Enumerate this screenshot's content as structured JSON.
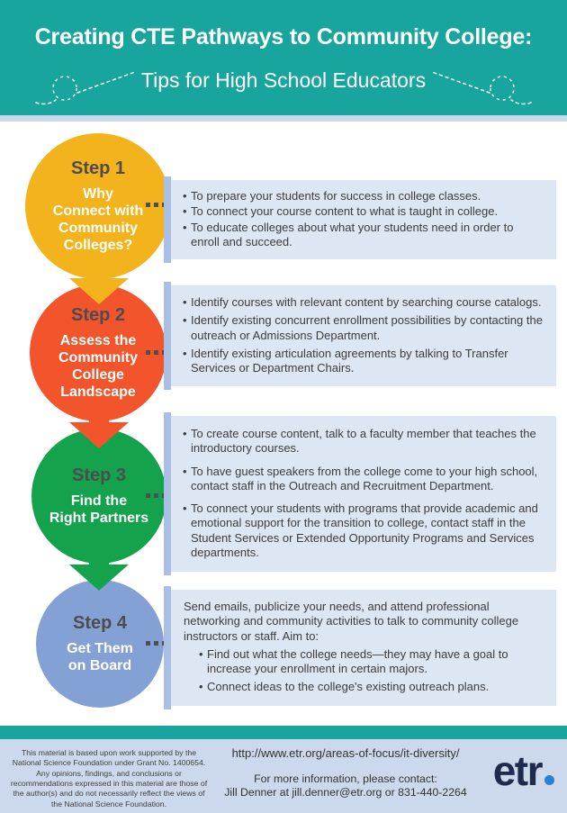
{
  "header": {
    "title": "Creating CTE Pathways to Community College:",
    "subtitle": "Tips for High School Educators",
    "background_color": "#17a59e",
    "text_color": "#ffffff"
  },
  "steps": [
    {
      "label": "Step 1",
      "title": "Why\nConnect with\nCommunity\nColleges?",
      "color": "#f2b31c",
      "bullets": [
        "To prepare your students for success in college classes.",
        "To connect your course content to what is taught in college.",
        "To educate colleges about what your students need in order to enroll and succeed."
      ]
    },
    {
      "label": "Step 2",
      "title": "Assess the\nCommunity\nCollege\nLandscape",
      "color": "#f2552c",
      "bullets": [
        "Identify courses with relevant content by searching course catalogs.",
        "Identify existing concurrent enrollment possibilities by contacting the outreach or Admissions Department.",
        "Identify existing articulation agreements by talking to Transfer Services or Department Chairs."
      ]
    },
    {
      "label": "Step 3",
      "title": "Find the\nRight Partners",
      "color": "#14a24c",
      "bullets": [
        "To create course content, talk to a faculty member that teaches the introductory courses.",
        "To have guest speakers from the college come to your high school, contact staff in the Outreach and Recruitment Department.",
        "To connect your students with programs that provide academic and emotional support for the transition to college, contact staff in the Student Services or Extended Opportunity Programs and Services departments."
      ]
    },
    {
      "label": "Step 4",
      "title": "Get Them\non Board",
      "color": "#84a1d6",
      "intro": "Send emails, publicize your needs, and attend professional networking and community activities to talk to community college instructors or staff. Aim to:",
      "bullets": [
        "Find out what the college needs—they may have a goal to increase your enrollment in certain majors.",
        "Connect ideas to the college's existing outreach plans."
      ]
    }
  ],
  "box_colors": {
    "background": "#dde6f3",
    "accent_bar": "#a9c0e4"
  },
  "footer": {
    "nsf_disclaimer": "This material is based upon work supported by the National Science Foundation under Grant No. 1400654. Any opinions, findings, and conclusions or recommendations expressed in this material are those of the author(s) and do not necessarily reflect the views of the National Science Foundation.",
    "url": "http://www.etr.org/areas-of-focus/it-diversity/",
    "contact_heading": "For more information, please contact:",
    "contact_detail": "Jill Denner at jill.denner@etr.org or 831-440-2264",
    "logo_text": "etr",
    "logo_color": "#1e2b4d",
    "logo_dot_color": "#2b7fd4",
    "background_color": "#ccd9ec"
  }
}
